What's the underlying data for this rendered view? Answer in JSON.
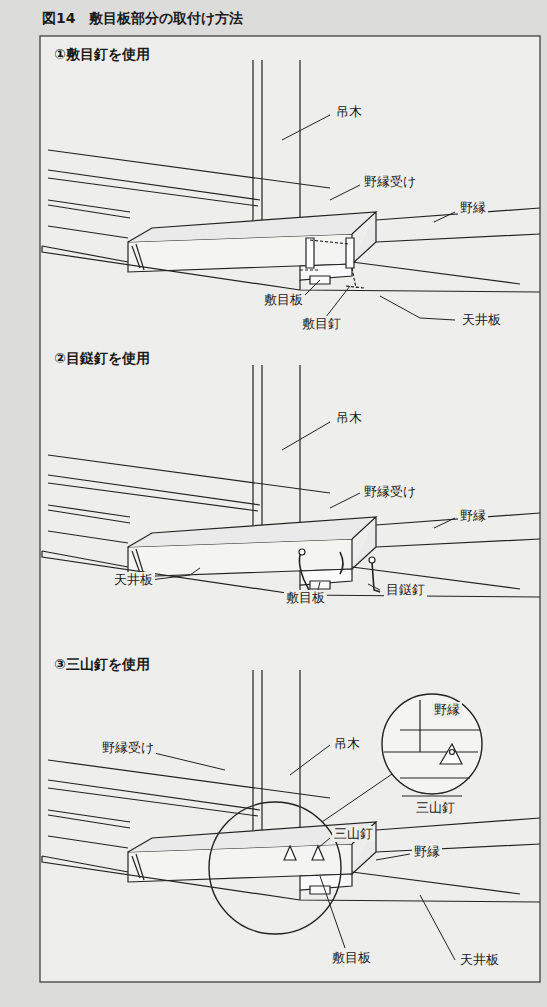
{
  "diagram": {
    "title": "図14　敷目板部分の取付け方法",
    "labels": [
      "①敷目釘を使用",
      "吊木",
      "野縁受け",
      "野縁",
      "敷目板",
      "敷目釘",
      "天井板",
      "②目鎹釘を使用",
      "吊木",
      "野縁受け",
      "野縁",
      "天井板",
      "敷目板",
      "目鎹釘",
      "③三山釘を使用",
      "野縁受け",
      "吊木",
      "野縁",
      "三山釘",
      "三山釘",
      "野縁",
      "敷目板",
      "天井板"
    ]
  }
}
